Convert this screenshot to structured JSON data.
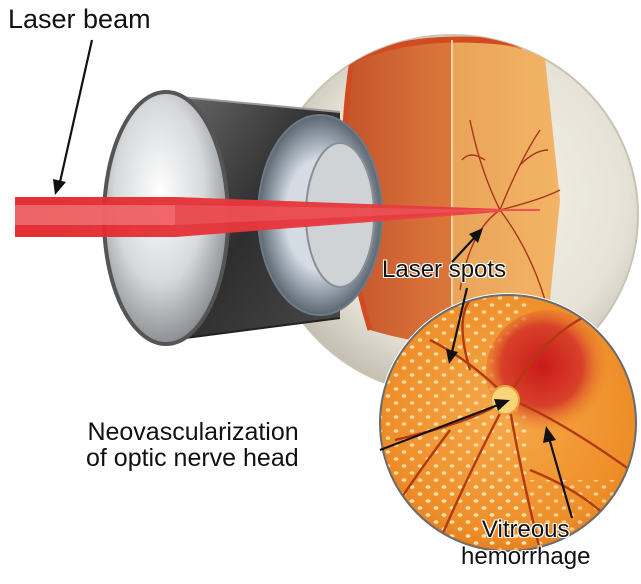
{
  "labels": {
    "laser_beam": "Laser beam",
    "laser_spots": "Laser spots",
    "neovascularization_line1": "Neovascularization",
    "neovascularization_line2": "of optic nerve head",
    "vitreous_line1": "Vitreous",
    "vitreous_line2": "hemorrhage"
  },
  "colors": {
    "laser": "#e8262b",
    "retina": "#f08a24",
    "sclera": "#e9e6dc",
    "lens_housing": "#3a3a3a",
    "hemorrhage": "#c0181c"
  }
}
